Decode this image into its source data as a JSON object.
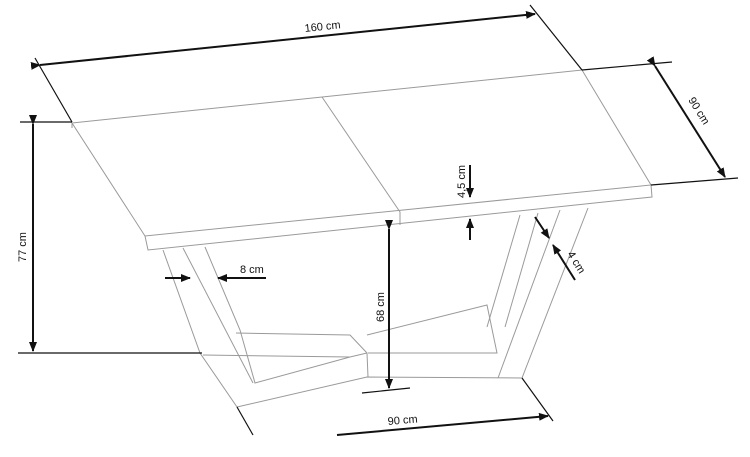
{
  "diagram": {
    "title": "Table dimensions drawing",
    "dimensions": {
      "length": "160 cm",
      "depth": "90 cm",
      "height": "77 cm",
      "leg_height": "68 cm",
      "top_thickness": "4,5 cm",
      "leg_width": "8 cm",
      "leg_thickness": "4 cm",
      "base_depth": "90 cm"
    },
    "colors": {
      "lines": "#9a9a9a",
      "dimensions": "#111111"
    }
  }
}
